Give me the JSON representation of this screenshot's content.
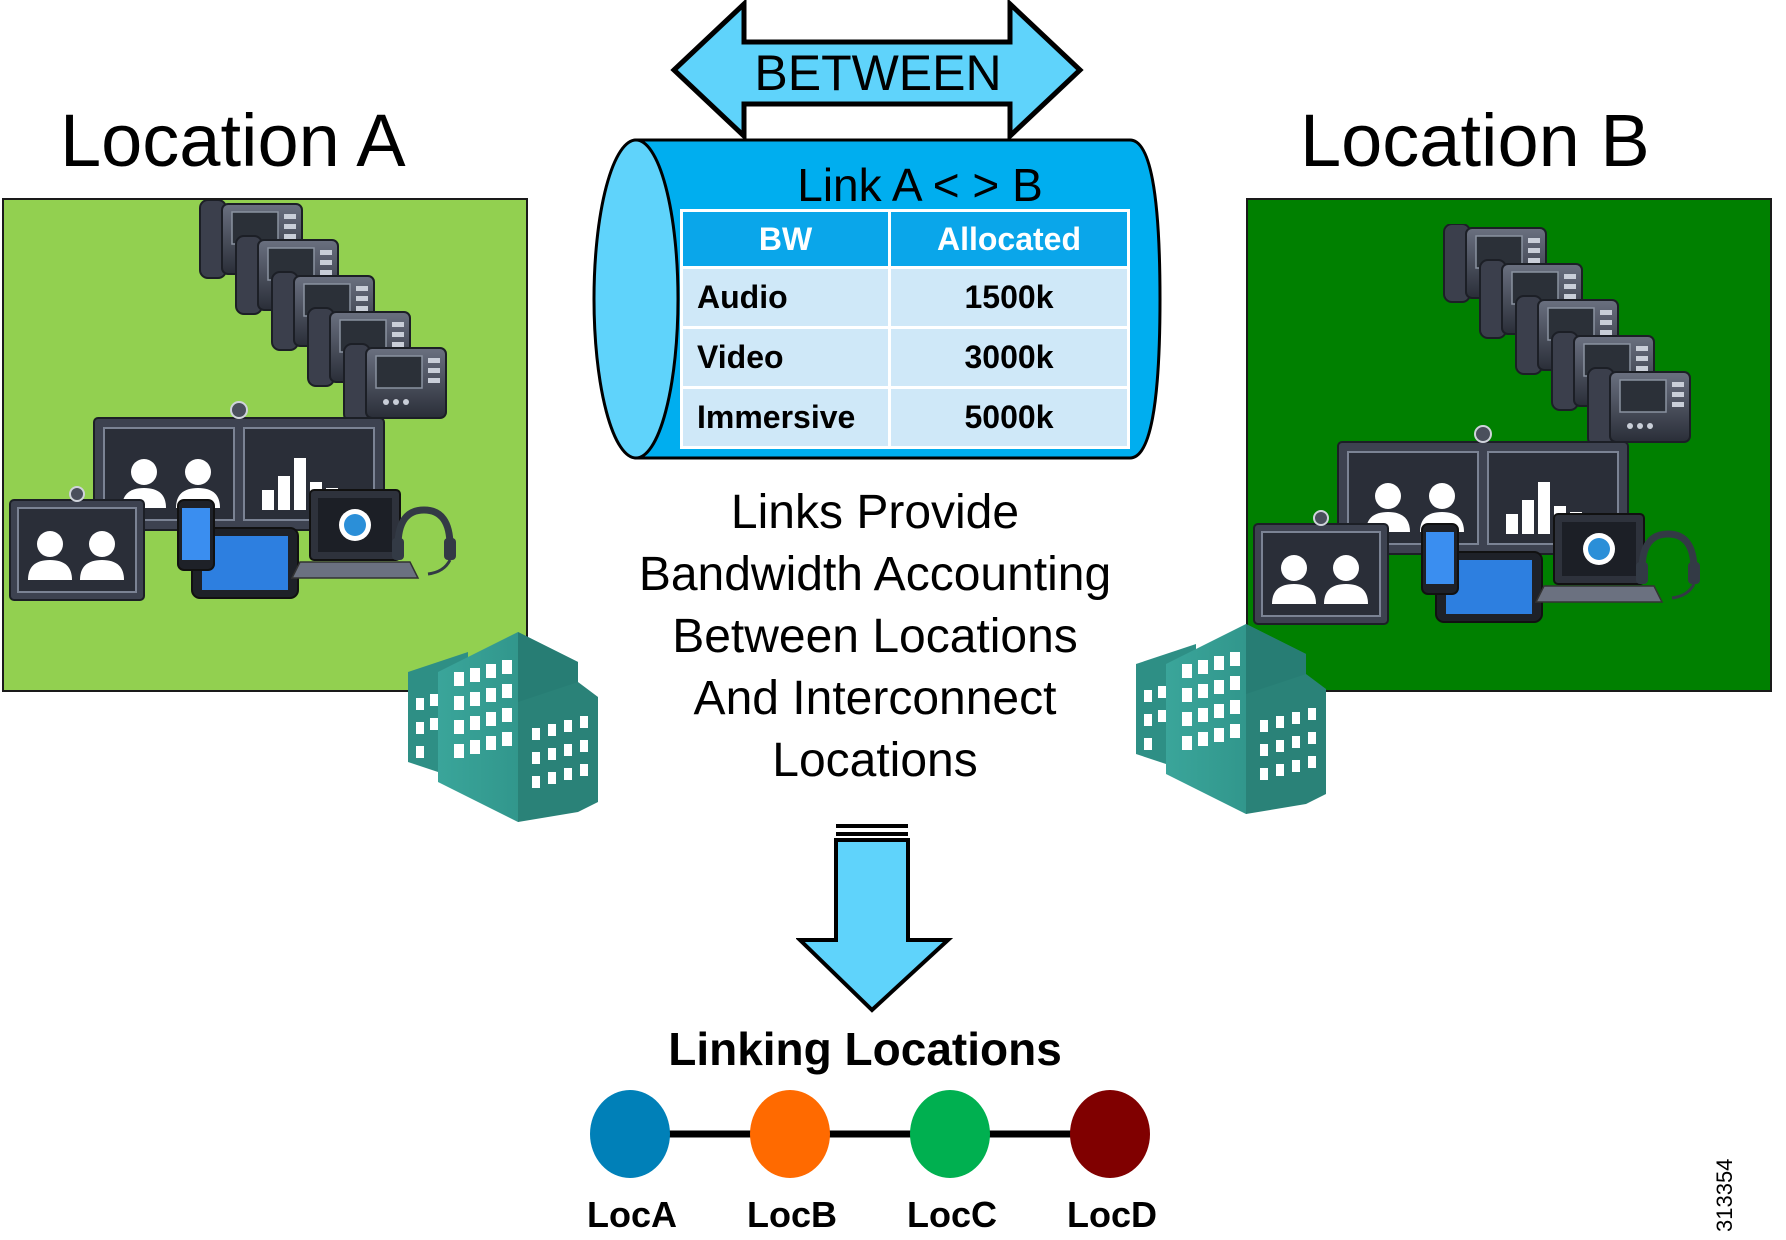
{
  "locations": {
    "a_title": "Location A",
    "b_title": "Location B",
    "a_color": "#92d050",
    "b_color": "#008000"
  },
  "between": {
    "label": "BETWEEN",
    "arrow_color": "#5fd3fb"
  },
  "link": {
    "title": "Link A < > B",
    "pipe_color": "#00aeef",
    "table": {
      "headers": [
        "BW",
        "Allocated"
      ],
      "rows": [
        {
          "name": "Audio",
          "value": "1500k"
        },
        {
          "name": "Video",
          "value": "3000k"
        },
        {
          "name": "Immersive",
          "value": "5000k"
        }
      ]
    }
  },
  "description": {
    "lines": [
      "Links Provide",
      "Bandwidth Accounting",
      "Between Locations",
      "And Interconnect",
      "Locations"
    ]
  },
  "linking": {
    "title": "Linking Locations",
    "nodes": [
      {
        "label": "LocA",
        "color": "#0080b8"
      },
      {
        "label": "LocB",
        "color": "#ff6a00"
      },
      {
        "label": "LocC",
        "color": "#00b050"
      },
      {
        "label": "LocD",
        "color": "#800000"
      }
    ]
  },
  "figure_id": "313354",
  "icons": {
    "phone": "ip-phone-icon",
    "video_endpoint": "video-endpoint-icon",
    "telepresence": "telepresence-system-icon",
    "tablet": "tablet-icon",
    "laptop": "laptop-jabber-icon",
    "headset": "headset-icon",
    "building": "building-icon"
  }
}
